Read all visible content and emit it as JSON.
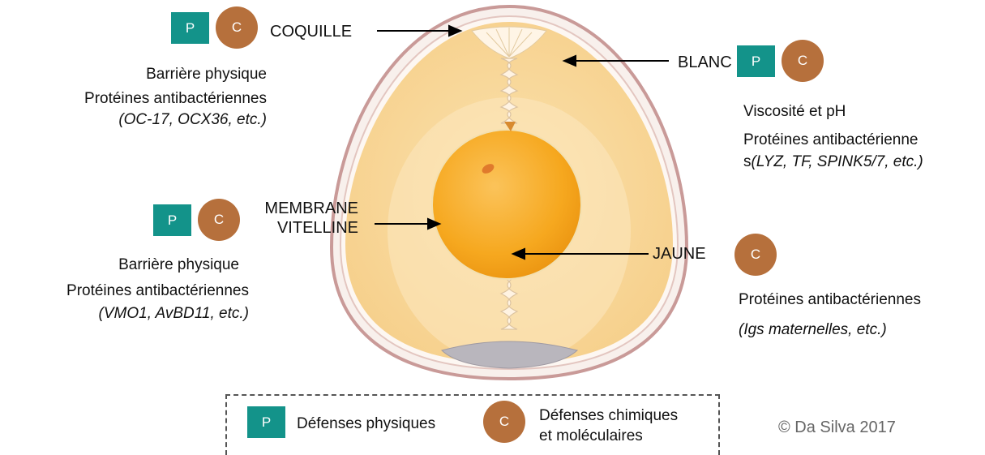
{
  "colors": {
    "physical": "#13938a",
    "chemical": "#b6703c"
  },
  "badges": {
    "physical": "P",
    "chemical": "C"
  },
  "parts": {
    "shell": {
      "label": "COQUILLE",
      "line1": "Barrière physique",
      "line2": "Protéines antibactériennes",
      "line3": "(OC-17, OCX36, etc.)"
    },
    "white": {
      "label": "BLANC",
      "line1": "Viscosité et pH",
      "line2": "Protéines antibactérienne",
      "line3_prefix": "s",
      "line3_italic": "(LYZ, TF, SPINK5/7, etc.)"
    },
    "membrane": {
      "label_line1": "MEMBRANE",
      "label_line2": "VITELLINE",
      "line1": "Barrière physique",
      "line2": "Protéines antibactériennes",
      "line3": "(VMO1, AvBD11, etc.)"
    },
    "yolk": {
      "label": "JAUNE",
      "line1": "Protéines antibactériennes",
      "line2": "(Igs maternelles, etc.)"
    }
  },
  "legend": {
    "physical_label": "Défenses physiques",
    "chemical_label_line1": "Défenses chimiques",
    "chemical_label_line2": "et moléculaires"
  },
  "copyright": "© Da Silva 2017"
}
